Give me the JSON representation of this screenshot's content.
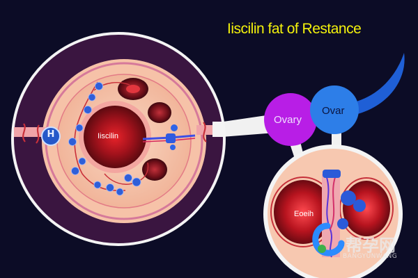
{
  "title": "Iiscilin fat of Restance",
  "labels": {
    "insulin_cell": "Iiscilin",
    "receptor_badge": "H",
    "ovary_left": "Ovary",
    "ovary_right": "Ovar",
    "inset_cell": "Eoeih"
  },
  "watermark": {
    "chinese": "帮孕网",
    "english": "BANGYUNWANG"
  },
  "colors": {
    "background": "#0c0c26",
    "title": "#f3f10c",
    "ovary_left": "#b81ee6",
    "ovary_right": "#2d7ee8",
    "receptor": "#1f5fd6"
  }
}
